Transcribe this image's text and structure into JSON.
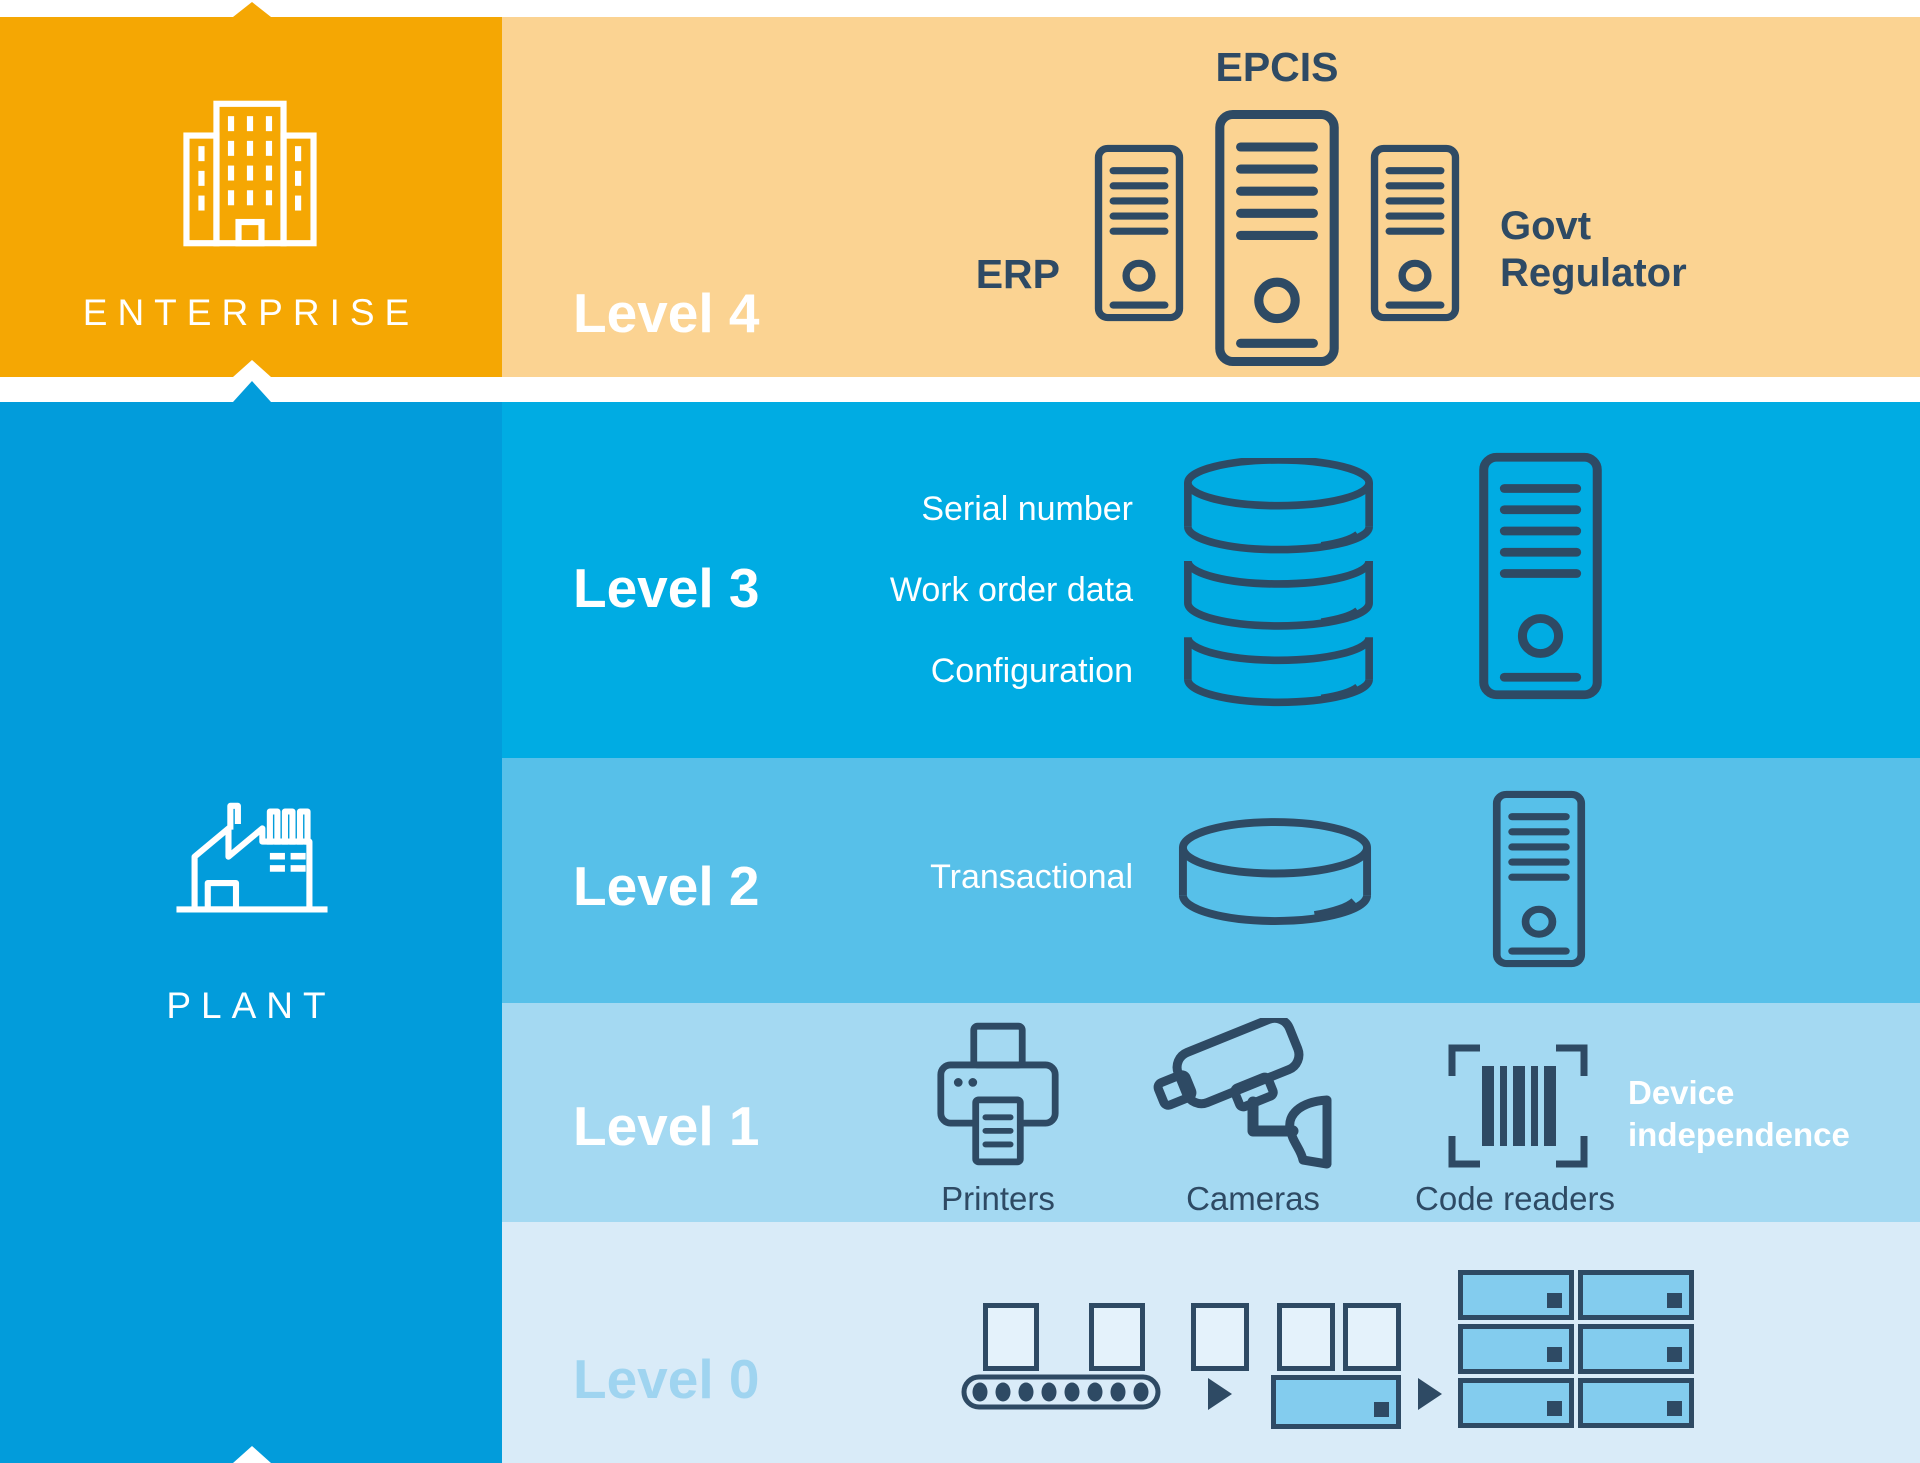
{
  "palette": {
    "enterprise_orange": "#F5A703",
    "level4_light_orange": "#FBD392",
    "plant_blue": "#029CDB",
    "level3_blue": "#00ACE3",
    "level2_blue": "#57C0E9",
    "level1_blue": "#A4D9F2",
    "level0_blue": "#D9EBF8",
    "navy": "#2E4A64",
    "white": "#FFFFFF",
    "case_fill": "#83CCEE",
    "empty_box_fill": "#E4F2FB",
    "level0_label_color": "#9FD4F0"
  },
  "icons": {
    "enterprise": "building-icon",
    "plant": "factory-icon",
    "level4": [
      "server-icon",
      "server-icon",
      "server-icon"
    ],
    "level3": [
      "database-stack-icon",
      "server-icon"
    ],
    "level2": [
      "database-cylinder-icon",
      "server-icon"
    ],
    "level1": [
      "printer-icon",
      "camera-icon",
      "barcode-reader-icon"
    ],
    "level0": [
      "conveyor-icon",
      "empty-box",
      "packed-case",
      "right-arrow-icon",
      "pallet-stack"
    ],
    "dividers": "up-arrow-icon"
  },
  "enterprise": {
    "label": "ENTERPRISE"
  },
  "plant": {
    "label": "PLANT"
  },
  "levels": {
    "level4": {
      "label": "Level 4",
      "epcis": "EPCIS",
      "erp": "ERP",
      "govt_line1": "Govt",
      "govt_line2": "Regulator"
    },
    "level3": {
      "label": "Level 3",
      "items": [
        "Serial number",
        "Work order data",
        "Configuration"
      ]
    },
    "level2": {
      "label": "Level 2",
      "item": "Transactional"
    },
    "level1": {
      "label": "Level 1",
      "devices": [
        "Printers",
        "Cameras",
        "Code readers"
      ],
      "note_line1": "Device",
      "note_line2": "independence"
    },
    "level0": {
      "label": "Level 0"
    }
  }
}
